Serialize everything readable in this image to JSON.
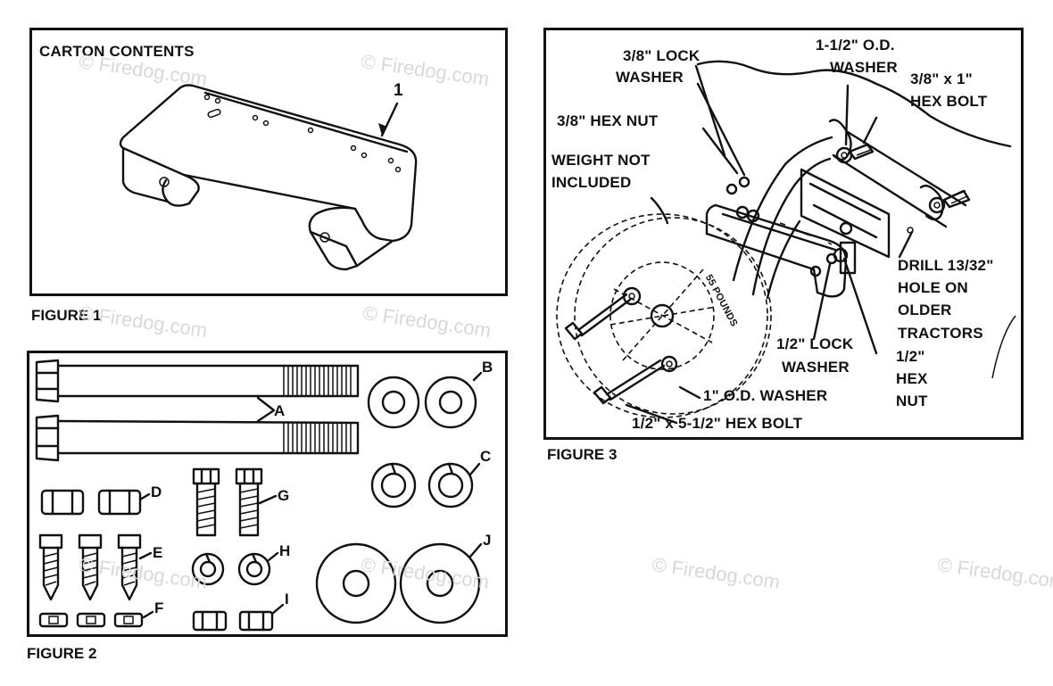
{
  "figure1": {
    "title": "CARTON CONTENTS",
    "callout": "1",
    "caption": "FIGURE 1"
  },
  "figure2": {
    "caption": "FIGURE 2",
    "parts": [
      "A",
      "B",
      "C",
      "D",
      "E",
      "F",
      "G",
      "H",
      "I",
      "J"
    ]
  },
  "figure3": {
    "caption": "FIGURE 3",
    "labels": {
      "lock_washer_38": [
        "3/8\" LOCK",
        "WASHER"
      ],
      "od_washer_1_12": [
        "1-1/2\" O.D.",
        "WASHER"
      ],
      "hex_bolt_38x1": [
        "3/8\" x 1\"",
        "HEX BOLT"
      ],
      "hex_nut_38": "3/8\" HEX NUT",
      "weight_not_included": [
        "WEIGHT NOT",
        "INCLUDED"
      ],
      "drill_hole": [
        "DRILL 13/32\"",
        "HOLE ON",
        "OLDER",
        "TRACTORS"
      ],
      "lock_washer_12": [
        "1/2\" LOCK",
        "WASHER"
      ],
      "hex_nut_12": [
        "1/2\"",
        "HEX",
        "NUT"
      ],
      "od_washer_1": "1\" O.D. WASHER",
      "hex_bolt_12x5_12": "1/2\" x 5-1/2\" HEX BOLT",
      "weight_text": "55 POUNDS"
    }
  },
  "watermark": "© Firedog.com"
}
